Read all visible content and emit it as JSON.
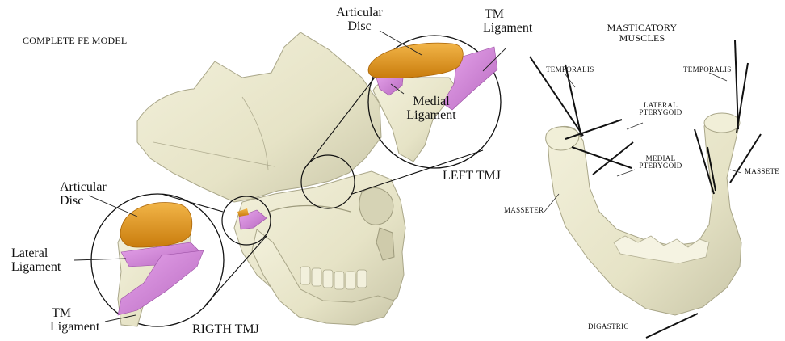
{
  "figure": {
    "title_left": "COMPLETE FE MODEL",
    "title_right_line1": "MASTICATORY",
    "title_right_line2": "MUSCLES"
  },
  "left_tmj": {
    "caption": "LEFT TMJ",
    "articular_disc_line1": "Articular",
    "articular_disc_line2": "Disc",
    "tm_ligament_line1": "TM",
    "tm_ligament_line2": "Ligament",
    "medial_ligament_line1": "Medial",
    "medial_ligament_line2": "Ligament"
  },
  "right_tmj": {
    "caption": "RIGTH TMJ",
    "articular_disc_line1": "Articular",
    "articular_disc_line2": "Disc",
    "lateral_ligament_line1": "Lateral",
    "lateral_ligament_line2": "Ligament",
    "tm_ligament_line1": "TM",
    "tm_ligament_line2": "Ligament"
  },
  "muscles": {
    "temporalis_left": "TEMPORALIS",
    "temporalis_right": "TEMPORALIS",
    "lateral_pterygoid_line1": "LATERAL",
    "lateral_pterygoid_line2": "PTERYGOID",
    "medial_pterygoid_line1": "MEDIAL",
    "medial_pterygoid_line2": "PTERYGOID",
    "masseter": "MASSETER",
    "massete": "MASSETE",
    "digastric": "DIGASTRIC"
  },
  "colors": {
    "bone": "#ebe9cf",
    "bone_shadow": "#b9b79b",
    "disc": "#e99a1c",
    "disc_dark": "#b86f08",
    "ligament": "#d98ae0",
    "ligament_dark": "#a659ad",
    "leader": "#222222"
  }
}
